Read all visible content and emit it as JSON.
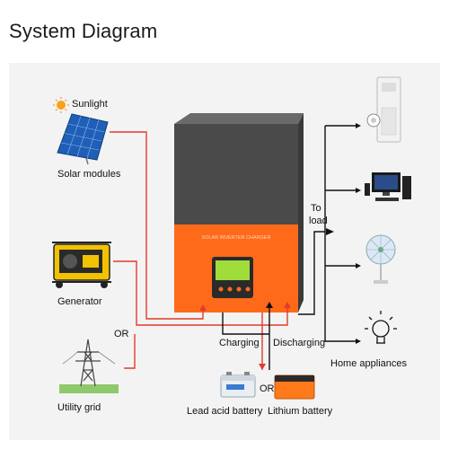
{
  "title": "System Diagram",
  "sources": {
    "sunlight": "Sunlight",
    "solar_modules": "Solar modules",
    "generator": "Generator",
    "or_source": "OR",
    "utility_grid": "Utility grid"
  },
  "inverter": {
    "brand_text": "SOLAR INVERTER CHARGER",
    "body_color": "#4a4a4a",
    "accent_color": "#ff6a1a",
    "lcd_color": "#9fdc3c"
  },
  "batteries": {
    "charging": "Charging",
    "discharging": "Discharging",
    "lead_acid": "Lead acid battery",
    "or_battery": "OR",
    "lithium": "Lithium battery"
  },
  "loads": {
    "to_load_line1": "To",
    "to_load_line2": "load",
    "home_appliances": "Home appliances"
  },
  "colors": {
    "ac_line": "#e33b2b",
    "dc_line": "#111111",
    "panel_bg": "#f3f3f3"
  }
}
